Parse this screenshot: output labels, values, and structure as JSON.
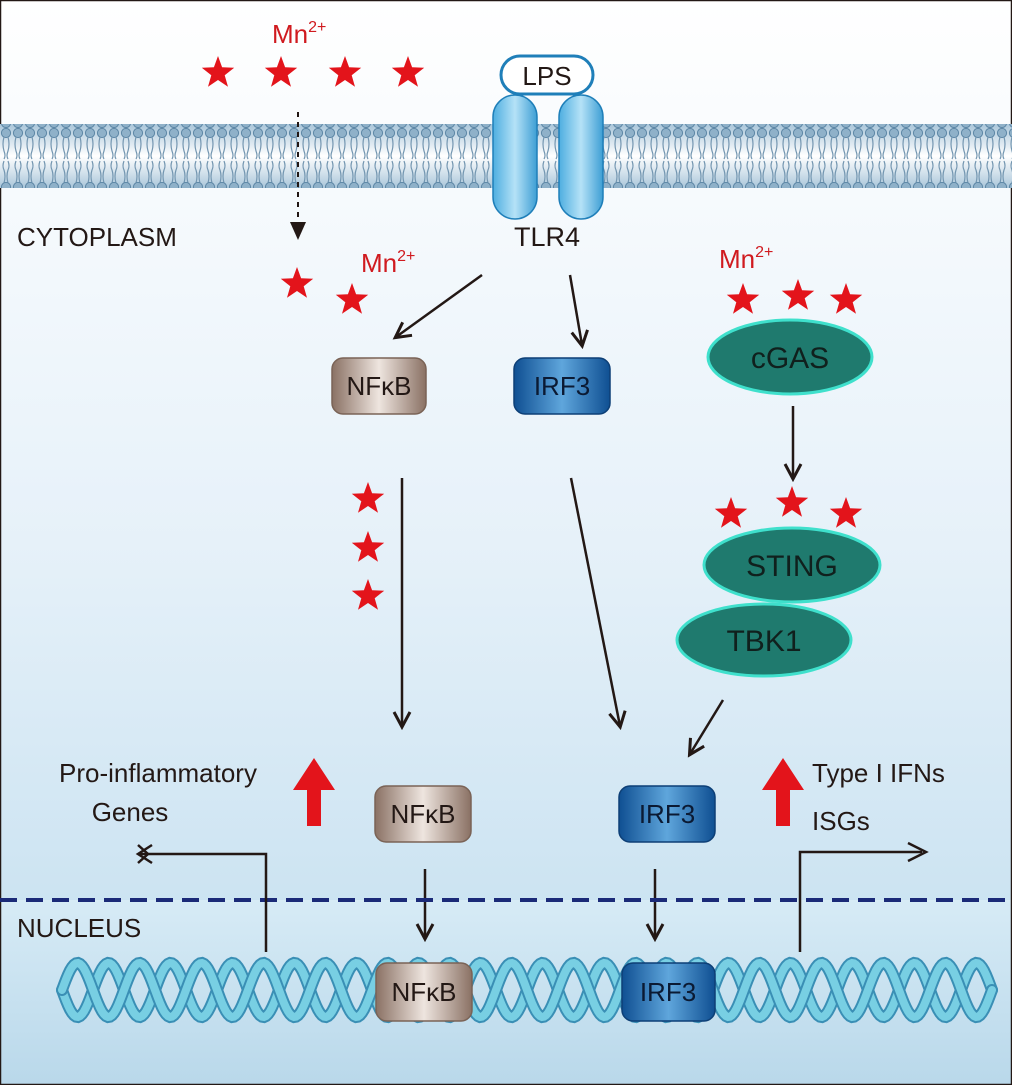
{
  "labels": {
    "mn_top": "Mn",
    "mn_mid": "Mn",
    "mn_right": "Mn",
    "charge": "2+",
    "lps": "LPS",
    "tlr4": "TLR4",
    "cytoplasm": "CYTOPLASM",
    "nucleus": "NUCLEUS",
    "nfkb_top": "NFκB",
    "irf3_top": "IRF3",
    "cgas": "cGAS",
    "sting": "STING",
    "tbk1": "TBK1",
    "nfkb_mid": "NFκB",
    "irf3_mid": "IRF3",
    "nfkb_dna": "NFκB",
    "irf3_dna": "IRF3",
    "pro_inflammatory_line1": "Pro-inflammatory",
    "pro_inflammatory_line2": "Genes",
    "type1_ifns": "Type I IFNs",
    "isgs": "ISGs"
  },
  "colors": {
    "star": "#e3141b",
    "mn_text": "#d01a1f",
    "arrow": "#231815",
    "up_arrow": "#e3141b",
    "nfkb_fill": "#a1897c",
    "irf3_fill": "#1a6bb5",
    "ellipse_fill": "#1f7a6e",
    "ellipse_stroke": "#3fe0cc",
    "nucleus_line": "#1b2a78",
    "membrane": "#7fa6c2",
    "dna": "#78cfe3"
  }
}
